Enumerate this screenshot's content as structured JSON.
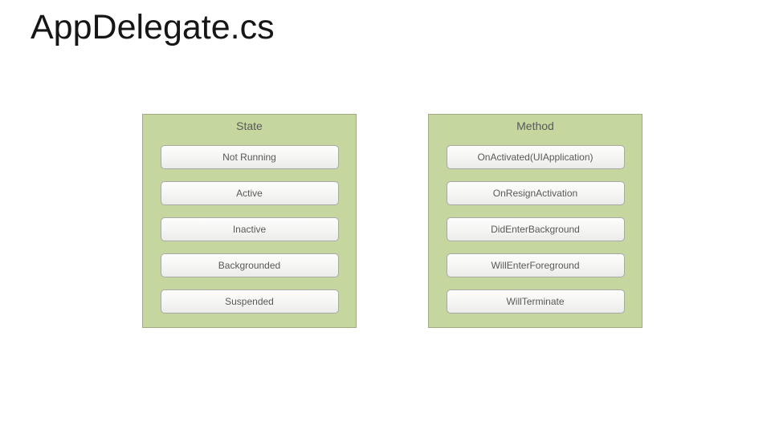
{
  "slide": {
    "title": "AppDelegate.cs",
    "columns": [
      {
        "header": "State",
        "items": [
          "Not Running",
          "Active",
          "Inactive",
          "Backgrounded",
          "Suspended"
        ]
      },
      {
        "header": "Method",
        "items": [
          "OnActivated(UIApplication)",
          "OnResignActivation",
          "DidEnterBackground",
          "WillEnterForeground",
          "WillTerminate"
        ]
      }
    ],
    "colors": {
      "background": "#ffffff",
      "panel_fill": "#c5d69e",
      "panel_border": "#a3ab85",
      "item_fill_top": "#fdfdfd",
      "item_fill_bottom": "#ebebe9",
      "item_border": "#a8a8a8",
      "item_text": "#595959",
      "title_text": "#161616"
    }
  }
}
